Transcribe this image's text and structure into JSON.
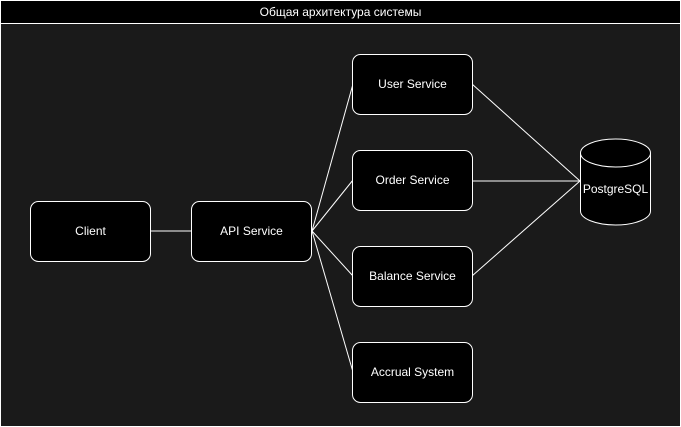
{
  "title": "Общая архитектура системы",
  "nodes": {
    "client": "Client",
    "api": "API Service",
    "user": "User Service",
    "order": "Order Service",
    "balance": "Balance Service",
    "accrual": "Accrual System",
    "db": "PostgreSQL"
  },
  "colors": {
    "background": "#1a1a1a",
    "node_fill": "#000000",
    "stroke": "#ffffff",
    "text": "#ffffff"
  }
}
